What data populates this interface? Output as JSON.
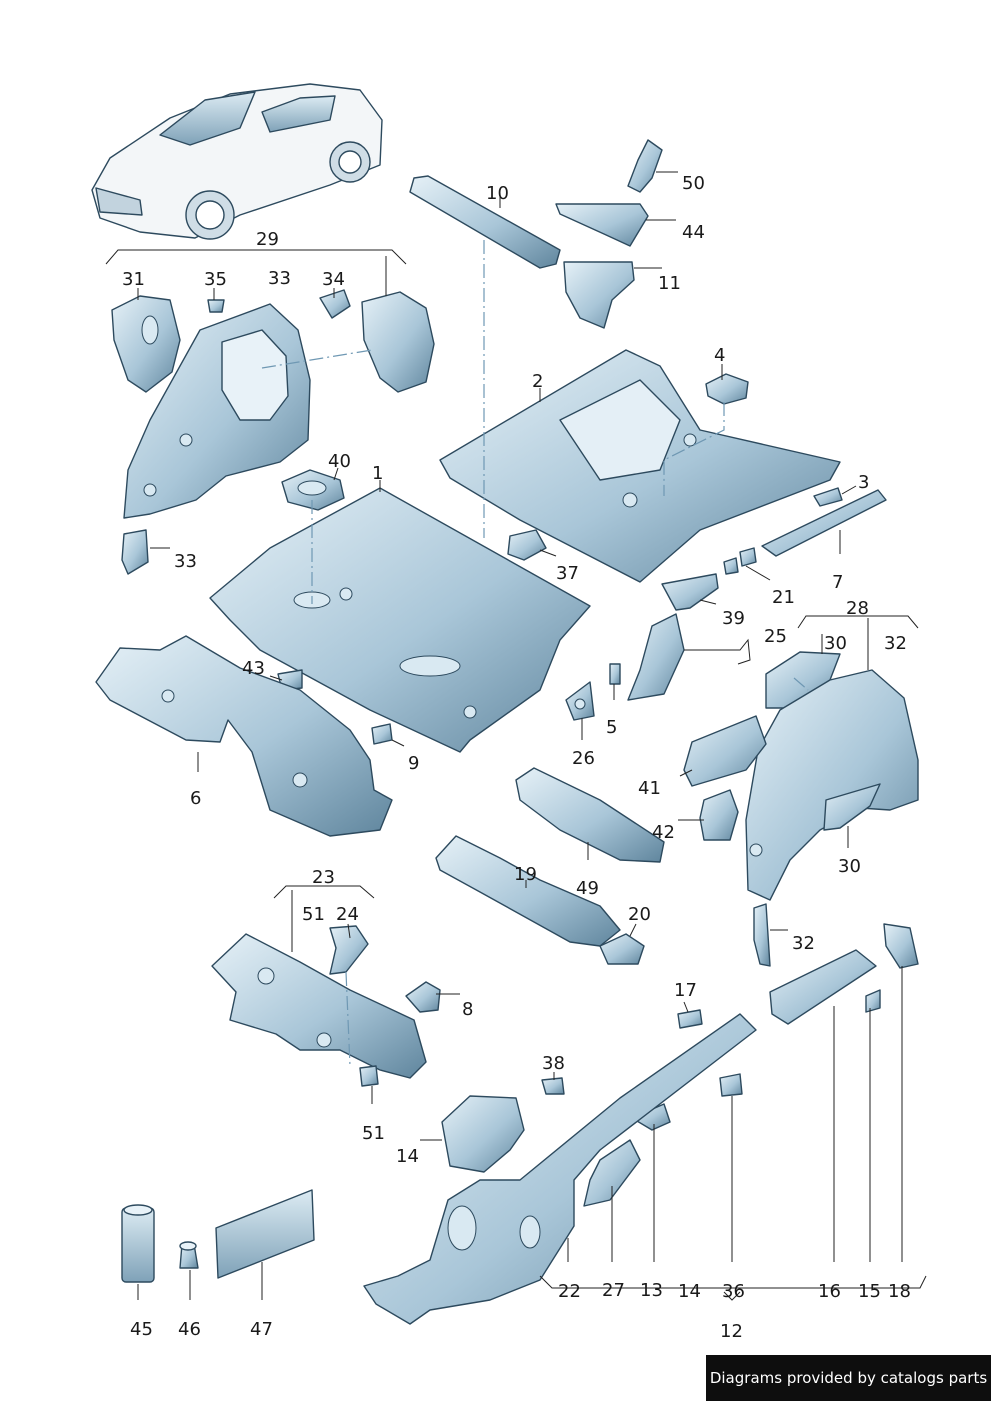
{
  "labels": [
    "50",
    "10",
    "44",
    "11",
    "29",
    "31",
    "35",
    "33",
    "34",
    "4",
    "2",
    "40",
    "1",
    "3",
    "33",
    "37",
    "7",
    "21",
    "39",
    "25",
    "28",
    "30",
    "32",
    "43",
    "5",
    "26",
    "9",
    "6",
    "41",
    "42",
    "30",
    "49",
    "19",
    "20",
    "23",
    "51",
    "24",
    "8",
    "32",
    "17",
    "38",
    "51",
    "14",
    "45",
    "46",
    "47",
    "22",
    "27",
    "13",
    "14",
    "36",
    "16",
    "15",
    "18",
    "12"
  ],
  "footer_text": "Diagrams provided by catalogs parts",
  "colors": {
    "part_light": "#dcebf3",
    "part_mid": "#a9c6d8",
    "part_dark": "#6f93ab",
    "outline": "#2d4a5e",
    "footer_bg": "#0e0e0e"
  }
}
